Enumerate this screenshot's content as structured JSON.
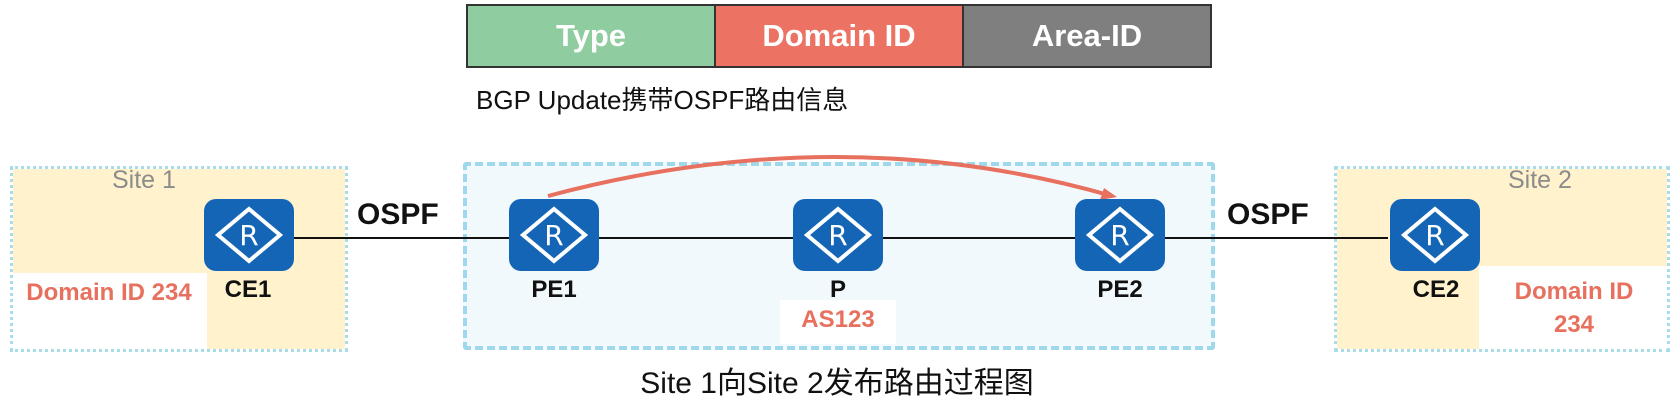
{
  "header": {
    "fields": [
      {
        "label": "Type",
        "color": "#8fcca0"
      },
      {
        "label": "Domain ID",
        "color": "#ec7364"
      },
      {
        "label": "Area-ID",
        "color": "#7f7f7f"
      }
    ],
    "caption": "BGP Update携带OSPF路由信息"
  },
  "sites": {
    "site1": {
      "label": "Site 1",
      "domain": "Domain ID 234"
    },
    "site2": {
      "label": "Site 2",
      "domain_line1": "Domain ID",
      "domain_line2": "234"
    }
  },
  "routers": {
    "ce1": {
      "label": "CE1",
      "icon": "router-icon"
    },
    "pe1": {
      "label": "PE1",
      "icon": "router-icon"
    },
    "p": {
      "label": "P",
      "icon": "router-icon"
    },
    "pe2": {
      "label": "PE2",
      "icon": "router-icon"
    },
    "ce2": {
      "label": "CE2",
      "icon": "router-icon"
    }
  },
  "links": {
    "left_protocol": "OSPF",
    "right_protocol": "OSPF"
  },
  "backbone": {
    "as_label": "AS123"
  },
  "colors": {
    "router": "#1565b6",
    "arrow": "#e8705e",
    "site_fill": "#fff2cc",
    "backbone_fill": "#f2f9fc"
  },
  "caption": "Site 1向Site 2发布路由过程图"
}
